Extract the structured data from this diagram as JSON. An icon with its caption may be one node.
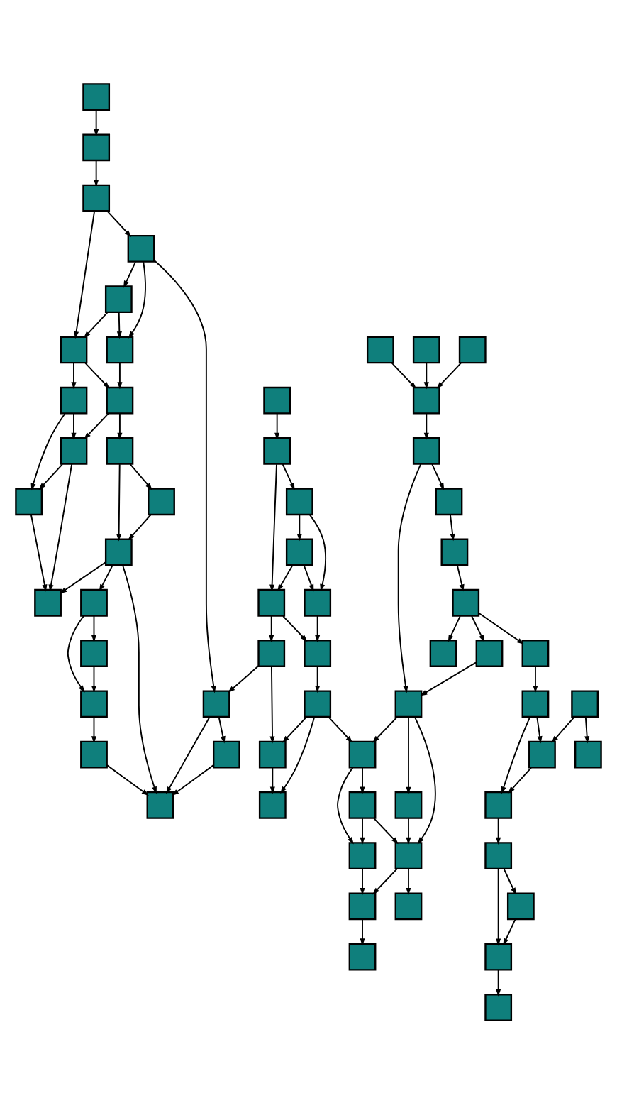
{
  "diagram": {
    "nodes": [
      {
        "text": [],
        "shape": "box"
      },
      {
        "text": [],
        "shape": "box"
      },
      {
        "text": [],
        "shape": "box"
      },
      {
        "text": [],
        "shape": "box"
      },
      {
        "text": [],
        "shape": "box"
      },
      {
        "text": [],
        "shape": "box"
      },
      {
        "text": [],
        "shape": "box"
      },
      {
        "text": [],
        "shape": "box"
      },
      {
        "text": [],
        "shape": "box"
      },
      {
        "text": [],
        "shape": "box"
      },
      {
        "text": [],
        "shape": "box"
      },
      {
        "text": [],
        "shape": "box"
      },
      {
        "text": [],
        "shape": "box"
      },
      {
        "text": [],
        "shape": "box"
      },
      {
        "text": [],
        "shape": "box"
      },
      {
        "text": [],
        "shape": "box"
      },
      {
        "text": [],
        "shape": "box"
      },
      {
        "text": [],
        "shape": "box"
      },
      {
        "text": [],
        "shape": "box"
      },
      {
        "text": [],
        "shape": "box"
      },
      {
        "text": [],
        "shape": "box"
      },
      {
        "text": [],
        "shape": "box"
      },
      {
        "text": [],
        "shape": "box"
      },
      {
        "text": [],
        "shape": "box"
      },
      {
        "text": [],
        "shape": "box"
      },
      {
        "text": [],
        "shape": "box"
      },
      {
        "text": [],
        "shape": "box"
      },
      {
        "text": [],
        "shape": "box"
      },
      {
        "text": [],
        "shape": "box"
      },
      {
        "text": [],
        "shape": "box"
      },
      {
        "text": [],
        "shape": "box"
      },
      {
        "text": [],
        "shape": "box"
      },
      {
        "text": [],
        "shape": "box"
      },
      {
        "text": [],
        "shape": "box"
      },
      {
        "text": [],
        "shape": "box"
      },
      {
        "text": [],
        "shape": "box"
      },
      {
        "text": [],
        "shape": "box"
      },
      {
        "text": [],
        "shape": "box"
      },
      {
        "text": [],
        "shape": "box"
      },
      {
        "text": [],
        "shape": "box"
      },
      {
        "text": [],
        "shape": "box"
      },
      {
        "text": [],
        "shape": "box"
      },
      {
        "text": [],
        "shape": "box"
      },
      {
        "text": [],
        "shape": "box"
      },
      {
        "text": [],
        "shape": "box"
      },
      {
        "text": [],
        "shape": "box"
      },
      {
        "text": [],
        "shape": "box"
      },
      {
        "text": [],
        "shape": "box"
      },
      {
        "text": [],
        "shape": "box"
      },
      {
        "text": [],
        "shape": "box"
      },
      {
        "text": [],
        "shape": "box"
      },
      {
        "text": [],
        "shape": "box"
      },
      {
        "text": [],
        "shape": "box"
      },
      {
        "text": [],
        "shape": "box"
      },
      {
        "text": [],
        "shape": "box"
      },
      {
        "text": [],
        "shape": "box"
      },
      {
        "text": [],
        "shape": "box"
      },
      {
        "text": [],
        "shape": "box"
      },
      {
        "text": [],
        "shape": "box"
      },
      {
        "text": [],
        "shape": "box"
      },
      {
        "text": [],
        "shape": "box"
      },
      {
        "text": [],
        "shape": "box"
      }
    ],
    "edges": [
      {
        "from": 0,
        "to": 4,
        "arrow": "to"
      },
      {
        "from": 4,
        "to": 7,
        "arrow": "to"
      },
      {
        "from": 7,
        "to": 10,
        "arrow": "to"
      },
      {
        "from": 7,
        "to": 16,
        "arrow": "to"
      },
      {
        "from": 10,
        "to": 13,
        "arrow": "to"
      },
      {
        "from": 10,
        "to": 17,
        "arrow": "to"
      },
      {
        "from": 10,
        "to": 55,
        "arrow": "to"
      },
      {
        "from": 13,
        "to": 16,
        "arrow": "to"
      },
      {
        "from": 13,
        "to": 17,
        "arrow": "to"
      },
      {
        "from": 16,
        "to": 21,
        "arrow": "to"
      },
      {
        "from": 16,
        "to": 27,
        "arrow": "to"
      },
      {
        "from": 17,
        "to": 21,
        "arrow": "to"
      },
      {
        "from": 21,
        "to": 33,
        "arrow": "to"
      },
      {
        "from": 21,
        "to": 28,
        "arrow": "to"
      },
      {
        "from": 27,
        "to": 33,
        "arrow": "to"
      },
      {
        "from": 27,
        "to": 40,
        "arrow": "to"
      },
      {
        "from": 33,
        "to": 40,
        "arrow": "to"
      },
      {
        "from": 33,
        "to": 45,
        "arrow": "to"
      },
      {
        "from": 40,
        "to": 45,
        "arrow": "to"
      },
      {
        "from": 28,
        "to": 34,
        "arrow": "to"
      },
      {
        "from": 28,
        "to": 41,
        "arrow": "to"
      },
      {
        "from": 34,
        "to": 41,
        "arrow": "to"
      },
      {
        "from": 41,
        "to": 46,
        "arrow": "to"
      },
      {
        "from": 41,
        "to": 45,
        "arrow": "to"
      },
      {
        "from": 41,
        "to": 61,
        "arrow": "to"
      },
      {
        "from": 46,
        "to": 50,
        "arrow": "to"
      },
      {
        "from": 46,
        "to": 54,
        "arrow": "to"
      },
      {
        "from": 50,
        "to": 54,
        "arrow": "to"
      },
      {
        "from": 54,
        "to": 58,
        "arrow": "to"
      },
      {
        "from": 58,
        "to": 61,
        "arrow": "to"
      },
      {
        "from": 55,
        "to": 59,
        "arrow": "to"
      },
      {
        "from": 55,
        "to": 61,
        "arrow": "to"
      },
      {
        "from": 59,
        "to": 61,
        "arrow": "to"
      },
      {
        "from": 5,
        "to": 8,
        "arrow": "to"
      },
      {
        "from": 8,
        "to": 11,
        "arrow": "to"
      },
      {
        "from": 8,
        "to": 19,
        "arrow": "to"
      },
      {
        "from": 11,
        "to": 14,
        "arrow": "to"
      },
      {
        "from": 11,
        "to": 18,
        "arrow": "to"
      },
      {
        "from": 14,
        "to": 18,
        "arrow": "to"
      },
      {
        "from": 14,
        "to": 19,
        "arrow": "to"
      },
      {
        "from": 18,
        "to": 22,
        "arrow": "to"
      },
      {
        "from": 19,
        "to": 22,
        "arrow": "to"
      },
      {
        "from": 19,
        "to": 23,
        "arrow": "to"
      },
      {
        "from": 22,
        "to": 29,
        "arrow": "to"
      },
      {
        "from": 23,
        "to": 35,
        "arrow": "to"
      },
      {
        "from": 23,
        "to": 55,
        "arrow": "to"
      },
      {
        "from": 29,
        "to": 35,
        "arrow": "to"
      },
      {
        "from": 29,
        "to": 42,
        "arrow": "to"
      },
      {
        "from": 35,
        "to": 42,
        "arrow": "to"
      },
      {
        "from": 29,
        "to": 36,
        "arrow": "to"
      },
      {
        "from": 1,
        "to": 6,
        "arrow": "to"
      },
      {
        "from": 2,
        "to": 6,
        "arrow": "to"
      },
      {
        "from": 3,
        "to": 6,
        "arrow": "to"
      },
      {
        "from": 6,
        "to": 9,
        "arrow": "to"
      },
      {
        "from": 9,
        "to": 12,
        "arrow": "to"
      },
      {
        "from": 9,
        "to": 30,
        "arrow": "to"
      },
      {
        "from": 12,
        "to": 15,
        "arrow": "to"
      },
      {
        "from": 15,
        "to": 20,
        "arrow": "to"
      },
      {
        "from": 20,
        "to": 24,
        "arrow": "to"
      },
      {
        "from": 20,
        "to": 25,
        "arrow": "to"
      },
      {
        "from": 20,
        "to": 26,
        "arrow": "to"
      },
      {
        "from": 24,
        "to": 30,
        "arrow": "to"
      },
      {
        "from": 25,
        "to": 31,
        "arrow": "to"
      },
      {
        "from": 31,
        "to": 38,
        "arrow": "to"
      },
      {
        "from": 31,
        "to": 44,
        "arrow": "to"
      },
      {
        "from": 32,
        "to": 38,
        "arrow": "to"
      },
      {
        "from": 32,
        "to": 39,
        "arrow": "to"
      },
      {
        "from": 38,
        "to": 44,
        "arrow": "to"
      },
      {
        "from": 30,
        "to": 36,
        "arrow": "to"
      },
      {
        "from": 30,
        "to": 37,
        "arrow": "to"
      },
      {
        "from": 30,
        "to": 48,
        "arrow": "to"
      },
      {
        "from": 36,
        "to": 43,
        "arrow": "to"
      },
      {
        "from": 36,
        "to": 47,
        "arrow": "to"
      },
      {
        "from": 43,
        "to": 47,
        "arrow": "to"
      },
      {
        "from": 43,
        "to": 48,
        "arrow": "to"
      },
      {
        "from": 37,
        "to": 48,
        "arrow": "to"
      },
      {
        "from": 47,
        "to": 51,
        "arrow": "to"
      },
      {
        "from": 48,
        "to": 51,
        "arrow": "to"
      },
      {
        "from": 48,
        "to": 52,
        "arrow": "to"
      },
      {
        "from": 51,
        "to": 56,
        "arrow": "to"
      },
      {
        "from": 44,
        "to": 49,
        "arrow": "to"
      },
      {
        "from": 49,
        "to": 53,
        "arrow": "to"
      },
      {
        "from": 49,
        "to": 57,
        "arrow": "to"
      },
      {
        "from": 53,
        "to": 57,
        "arrow": "to"
      },
      {
        "from": 57,
        "to": 60,
        "arrow": "to"
      }
    ]
  }
}
